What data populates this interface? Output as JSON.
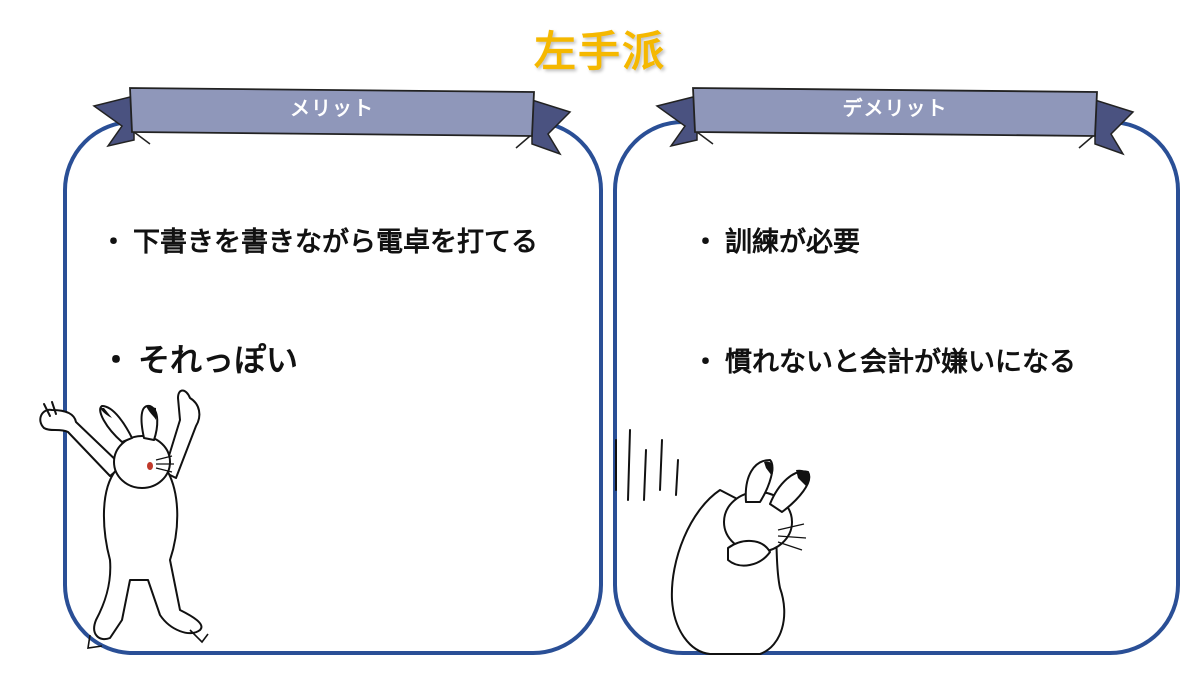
{
  "title": "左手派",
  "colors": {
    "title": "#f5b800",
    "panel_border": "#2a4f96",
    "ribbon": "#7d86ad"
  },
  "merit": {
    "label": "メリット",
    "items": [
      "下書きを書きながら電卓を打てる",
      "それっぽい"
    ]
  },
  "demerit": {
    "label": "デメリット",
    "items": [
      "訓練が必要",
      "慣れないと会計が嫌いになる"
    ]
  },
  "bullet": "・",
  "illustrations": [
    "cheering-rabbit-illustration",
    "shy-rabbit-illustration"
  ]
}
